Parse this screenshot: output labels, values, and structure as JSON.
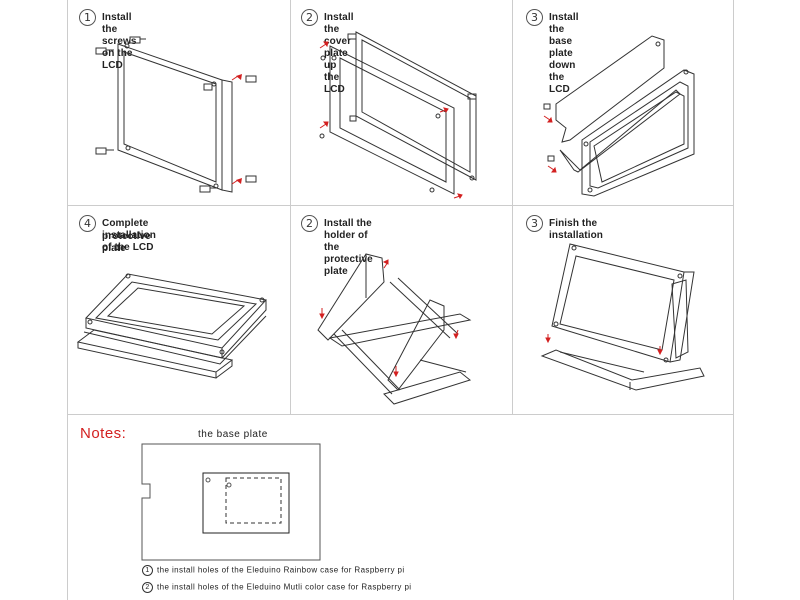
{
  "steps": [
    {
      "num": "1",
      "text": "Install the screws on the LCD"
    },
    {
      "num": "2",
      "text": "Install the cover plate up the LCD"
    },
    {
      "num": "3",
      "text": "Install the base plate down the LCD"
    },
    {
      "num": "4",
      "text": "Complete installation of the LCD",
      "text2": "protective plate"
    },
    {
      "num": "2",
      "text": "Install the  holder of the protective plate"
    },
    {
      "num": "3",
      "text": "Finish  the  installation"
    }
  ],
  "notes": {
    "title": "Notes:",
    "base_plate_label": "the  base  plate",
    "items": [
      {
        "num": "1",
        "text": "the install holes of the Eleduino Rainbow case for Raspberry pi"
      },
      {
        "num": "2",
        "text": "the install holes of the Eleduino Mutli color case for Raspberry pi"
      }
    ]
  },
  "colors": {
    "accent": "#d32020",
    "line": "#333333",
    "grid": "#cccccc"
  }
}
